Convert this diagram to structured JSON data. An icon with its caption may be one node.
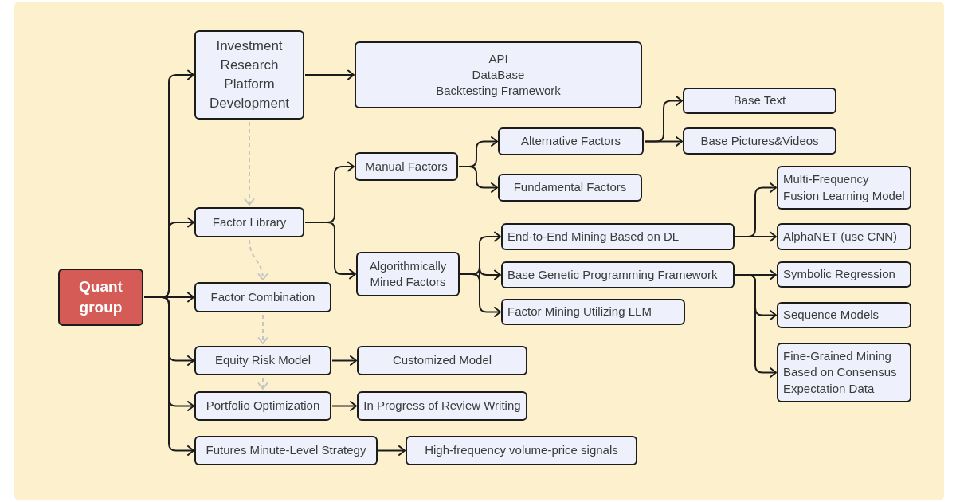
{
  "diagram": {
    "nodes": [
      {
        "text": [
          "Quant group"
        ]
      },
      {
        "text": [
          "Investment Research Platform Development"
        ]
      },
      {
        "text": [
          "API",
          "DataBase",
          "Backtesting Framework"
        ]
      },
      {
        "text": [
          "Factor Library"
        ]
      },
      {
        "text": [
          "Manual Factors"
        ]
      },
      {
        "text": [
          "Alternative Factors"
        ]
      },
      {
        "text": [
          "Base Text"
        ]
      },
      {
        "text": [
          "Base Pictures&Videos"
        ]
      },
      {
        "text": [
          "Fundamental Factors"
        ]
      },
      {
        "text": [
          "Algorithmically Mined Factors"
        ]
      },
      {
        "text": [
          "End-to-End Mining Based on DL"
        ]
      },
      {
        "text": [
          "Multi-Frequency Fusion Learning Model"
        ]
      },
      {
        "text": [
          "AlphaNET (use CNN)"
        ]
      },
      {
        "text": [
          "Base Genetic Programming Framework"
        ]
      },
      {
        "text": [
          "Symbolic Regression"
        ]
      },
      {
        "text": [
          "Sequence Models"
        ]
      },
      {
        "text": [
          "Fine-Grained Mining Based on Consensus Expectation Data"
        ]
      },
      {
        "text": [
          "Factor Mining Utilizing LLM"
        ]
      },
      {
        "text": [
          "Factor Combination"
        ]
      },
      {
        "text": [
          "Equity Risk Model"
        ]
      },
      {
        "text": [
          "Customized Model"
        ]
      },
      {
        "text": [
          "Portfolio Optimization"
        ]
      },
      {
        "text": [
          "In Progress of Review Writing"
        ]
      },
      {
        "text": [
          "Futures Minute-Level Strategy"
        ]
      },
      {
        "text": [
          "High-frequency volume-price signals"
        ]
      }
    ],
    "edges": [
      {
        "from": 0,
        "to": 1,
        "arrow": "to"
      },
      {
        "from": 0,
        "to": 3,
        "arrow": "to"
      },
      {
        "from": 0,
        "to": 18,
        "arrow": "to"
      },
      {
        "from": 0,
        "to": 19,
        "arrow": "to"
      },
      {
        "from": 0,
        "to": 21,
        "arrow": "to"
      },
      {
        "from": 0,
        "to": 23,
        "arrow": "to"
      },
      {
        "from": 1,
        "to": 2,
        "arrow": "to"
      },
      {
        "from": 3,
        "to": 4,
        "arrow": "to"
      },
      {
        "from": 3,
        "to": 9,
        "arrow": "to"
      },
      {
        "from": 4,
        "to": 5,
        "arrow": "to"
      },
      {
        "from": 4,
        "to": 8,
        "arrow": "to"
      },
      {
        "from": 5,
        "to": 6,
        "arrow": "to"
      },
      {
        "from": 5,
        "to": 7,
        "arrow": "to"
      },
      {
        "from": 9,
        "to": 10,
        "arrow": "to"
      },
      {
        "from": 9,
        "to": 13,
        "arrow": "to"
      },
      {
        "from": 9,
        "to": 17,
        "arrow": "to"
      },
      {
        "from": 10,
        "to": 11,
        "arrow": "to"
      },
      {
        "from": 10,
        "to": 12,
        "arrow": "to"
      },
      {
        "from": 13,
        "to": 14,
        "arrow": "to"
      },
      {
        "from": 13,
        "to": 15,
        "arrow": "to"
      },
      {
        "from": 13,
        "to": 16,
        "arrow": "to"
      },
      {
        "from": 19,
        "to": 20,
        "arrow": "to"
      },
      {
        "from": 21,
        "to": 22,
        "arrow": "to"
      },
      {
        "from": 23,
        "to": 24,
        "arrow": "to"
      },
      {
        "from": 1,
        "to": 3,
        "arrow": "to",
        "style": "dashed",
        "color": "#c4c4c4"
      },
      {
        "from": 3,
        "to": 18,
        "arrow": "to",
        "style": "dashed",
        "color": "#c4c4c4"
      },
      {
        "from": 18,
        "to": 19,
        "arrow": "to",
        "style": "dashed",
        "color": "#c4c4c4"
      },
      {
        "from": 19,
        "to": 21,
        "arrow": "to",
        "style": "dashed",
        "color": "#c4c4c4"
      }
    ]
  }
}
